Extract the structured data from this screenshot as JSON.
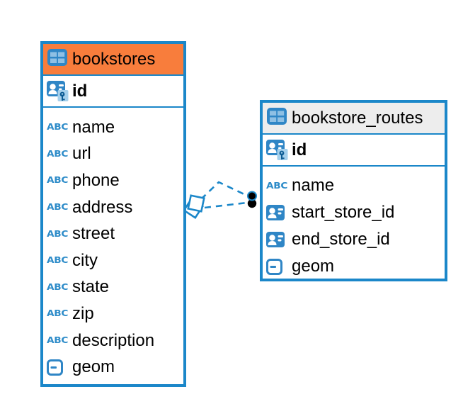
{
  "colors": {
    "accent_blue": "#1b87c9",
    "selected_header_orange": "#f87d3c",
    "header_gray": "#ededed",
    "icon_blue": "#2f86c6",
    "icon_light_blue": "#8fc0e4",
    "relationship_dot_black": "#000000",
    "background": "#ffffff"
  },
  "icons": {
    "table": "table-grid-icon",
    "primary_key": "person-card-key-icon",
    "reference": "person-card-icon",
    "geometry": "geometry-box-icon",
    "text_type_glyph": "ABC"
  },
  "diagram": {
    "tables": [
      {
        "name": "bookstores",
        "highlighted": true,
        "columns": [
          {
            "name": "id",
            "icon": "primary-key"
          },
          {
            "name": "name",
            "icon": "text"
          },
          {
            "name": "url",
            "icon": "text"
          },
          {
            "name": "phone",
            "icon": "text"
          },
          {
            "name": "address",
            "icon": "text"
          },
          {
            "name": "street",
            "icon": "text"
          },
          {
            "name": "city",
            "icon": "text"
          },
          {
            "name": "state",
            "icon": "text"
          },
          {
            "name": "zip",
            "icon": "text"
          },
          {
            "name": "description",
            "icon": "text"
          },
          {
            "name": "geom",
            "icon": "geometry"
          }
        ]
      },
      {
        "name": "bookstore_routes",
        "highlighted": false,
        "columns": [
          {
            "name": "id",
            "icon": "primary-key"
          },
          {
            "name": "name",
            "icon": "text"
          },
          {
            "name": "start_store_id",
            "icon": "reference"
          },
          {
            "name": "end_store_id",
            "icon": "reference"
          },
          {
            "name": "geom",
            "icon": "geometry"
          }
        ]
      }
    ],
    "relationships": [
      {
        "from": "bookstores",
        "to": "bookstore_routes",
        "style": "dashed",
        "from_marker": "diamond",
        "to_marker": "dot"
      },
      {
        "from": "bookstores",
        "to": "bookstore_routes",
        "style": "dashed",
        "from_marker": "diamond",
        "to_marker": "dot"
      }
    ]
  }
}
